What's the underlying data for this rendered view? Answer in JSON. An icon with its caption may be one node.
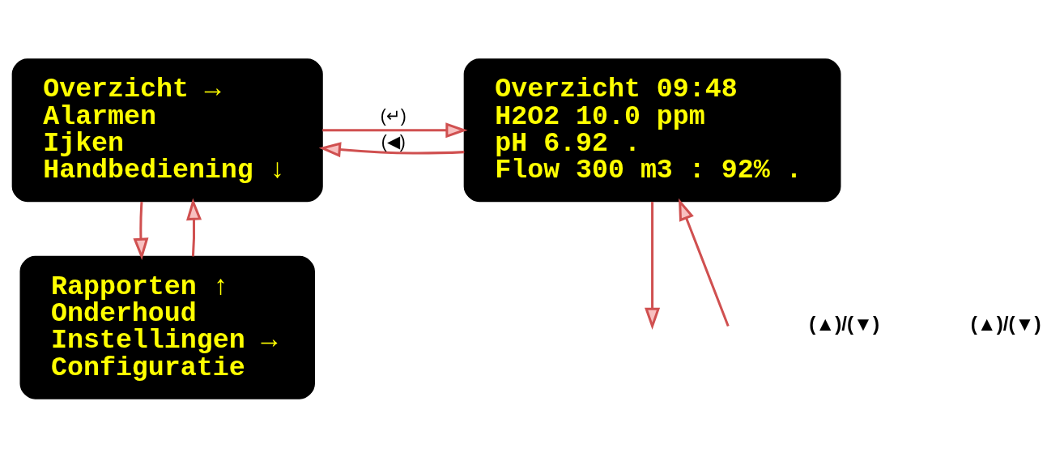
{
  "diagram": {
    "nodes": [
      {
        "text": [
          "Overzicht →",
          "Alarmen",
          "Ijken",
          "Handbediening ↓"
        ]
      },
      {
        "text": [
          "Overzicht 09:48",
          "H2O2 10.0 ppm",
          "pH 6.92 .",
          "Flow 300 m3 : 92% ."
        ]
      },
      {
        "text": [
          "Rapporten ↑",
          "Onderhoud",
          "Instellingen →",
          "Configuratie"
        ]
      }
    ],
    "edges": [
      {
        "from": 0,
        "to": 1,
        "arrow": "to",
        "label": "(↵)"
      },
      {
        "from": 1,
        "to": 0,
        "arrow": "to",
        "label": "(◀)"
      },
      {
        "from": 2,
        "to": 0,
        "arrow": "to"
      },
      {
        "from": 0,
        "to": 2,
        "arrow": "to"
      },
      {
        "from": null,
        "to": 1,
        "arrow": "to"
      },
      {
        "from": 1,
        "to": null,
        "arrow": "to"
      }
    ],
    "labels": [
      "(▲)/(▼)",
      "(▲)/(▼)"
    ]
  }
}
